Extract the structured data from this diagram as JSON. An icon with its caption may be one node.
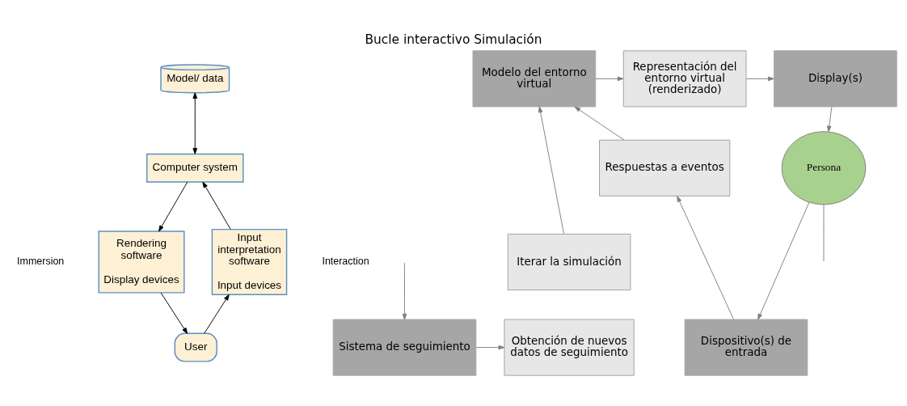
{
  "diagram": {
    "title": "Bucle interactivo Simulación",
    "nodes": [
      {
        "text": [
          "Model/ data"
        ]
      },
      {
        "text": [
          "Computer system"
        ]
      },
      {
        "text": [
          "Rendering software",
          "Display devices"
        ]
      },
      {
        "text": [
          "Input interpretation software",
          "Input devices"
        ]
      },
      {
        "text": [
          "User"
        ]
      },
      {
        "text": [
          "Modelo del entorno virtual"
        ]
      },
      {
        "text": [
          "Representación del entorno virtual (renderizado)"
        ]
      },
      {
        "text": [
          "Respuestas a eventos"
        ]
      },
      {
        "text": [
          "Iterar la simulación"
        ]
      },
      {
        "text": [
          "Obtención de nuevos datos de seguimiento"
        ]
      },
      {
        "text": [
          "Sistema de seguimiento"
        ]
      },
      {
        "text": [
          "Display(s)"
        ]
      },
      {
        "text": [
          "Persona"
        ]
      },
      {
        "text": [
          "Dispositivo(s) de entrada"
        ]
      }
    ],
    "edges": [
      {
        "from": 0,
        "to": 1,
        "arrow": "both",
        "color": "#000000"
      },
      {
        "from": 1,
        "to": 2,
        "arrow": "to",
        "color": "#000000"
      },
      {
        "from": 3,
        "to": 1,
        "arrow": "to",
        "color": "#000000"
      },
      {
        "from": 2,
        "to": 4,
        "arrow": "to",
        "color": "#000000"
      },
      {
        "from": 4,
        "to": 3,
        "arrow": "to",
        "color": "#000000"
      },
      {
        "from": 5,
        "to": 6,
        "arrow": "to"
      },
      {
        "from": 7,
        "to": 5,
        "arrow": "to"
      },
      {
        "from": 8,
        "to": 5,
        "arrow": "to"
      },
      {
        "from": 10,
        "to": 9,
        "arrow": "to"
      },
      {
        "from": 6,
        "to": 11,
        "arrow": "to"
      },
      {
        "from": 11,
        "to": 12,
        "arrow": "to"
      },
      {
        "from": 12,
        "to": 13,
        "arrow": "to"
      },
      {
        "from": 13,
        "to": 7,
        "arrow": "to"
      },
      {
        "from": null,
        "to": 10,
        "arrow": "to"
      },
      {
        "from": 12,
        "to": null,
        "arrow": "none"
      }
    ],
    "labels": [
      "Immersion",
      "Interaction"
    ]
  }
}
